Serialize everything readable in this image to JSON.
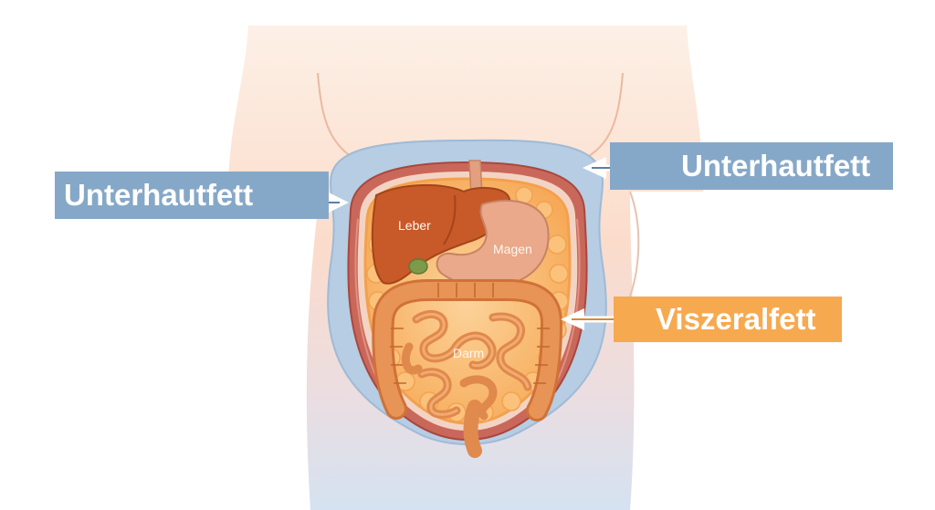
{
  "labels": {
    "subcutaneous_left": "Unterhautfett",
    "subcutaneous_right": "Unterhautfett",
    "visceral": "Viszeralfett",
    "liver": "Leber",
    "stomach": "Magen",
    "intestine": "Darm"
  },
  "colors": {
    "skin": "#fbdccb",
    "subcutaneous_fat": "#b6cde3",
    "muscle": "#c9685a",
    "visceral_fat": "#f9b868",
    "liver": "#c75a28",
    "stomach": "#e9a98a",
    "intestine": "#e08a4e",
    "callout_blue": "#86a8c8",
    "callout_orange": "#f7a94f"
  }
}
